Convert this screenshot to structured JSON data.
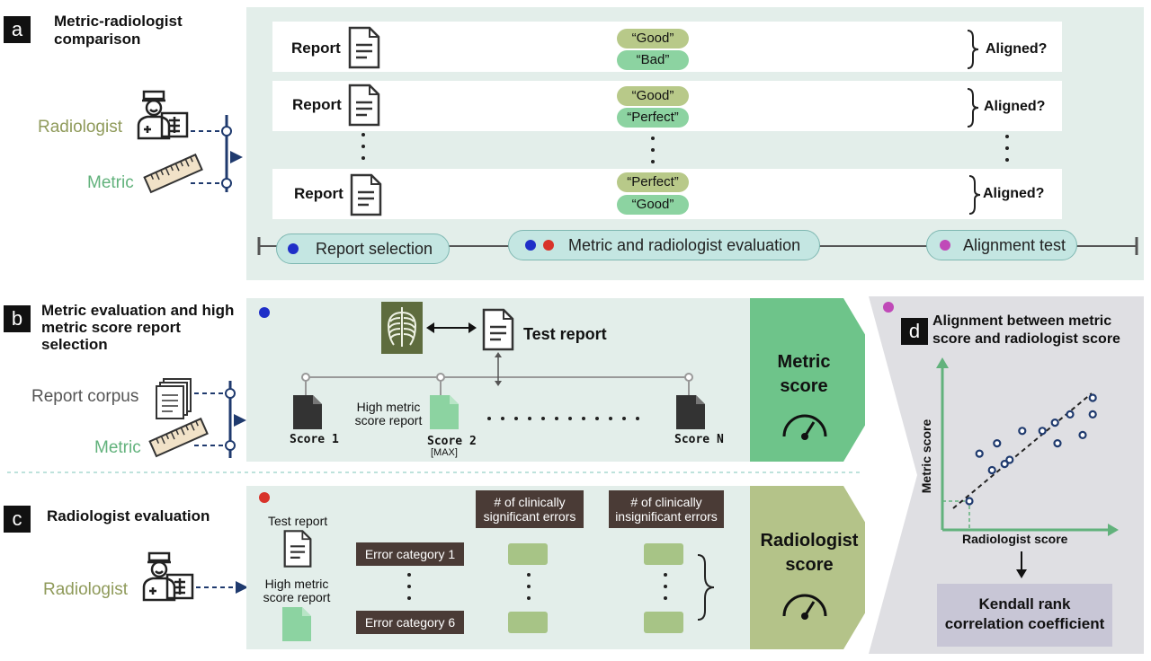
{
  "panel_a": {
    "letter": "a",
    "title_line1": "Metric-radiologist",
    "title_line2": "comparison",
    "radiologist_label": "Radiologist",
    "metric_label": "Metric",
    "rows": [
      {
        "label": "Report",
        "top_pill": "“Good”",
        "bottom_pill": "“Bad”",
        "aligned": "Aligned?"
      },
      {
        "label": "Report",
        "top_pill": "“Good”",
        "bottom_pill": "“Perfect”",
        "aligned": "Aligned?"
      },
      {
        "label": "Report",
        "top_pill": "“Perfect”",
        "bottom_pill": "“Good”",
        "aligned": "Aligned?"
      }
    ],
    "stages": [
      "Report selection",
      "Metric and radiologist evaluation",
      "Alignment test"
    ]
  },
  "panel_b": {
    "letter": "b",
    "title_line1": "Metric evaluation and high",
    "title_line2": "metric score report",
    "title_line3": "selection",
    "corpus_label": "Report corpus",
    "metric_label": "Metric",
    "test_report": "Test report",
    "high_metric_line1": "High metric",
    "high_metric_line2": "score report",
    "score1": "Score 1",
    "score2": "Score 2",
    "score2_note": "[MAX]",
    "scoreN": "Score N",
    "metric_score_line1": "Metric",
    "metric_score_line2": "score"
  },
  "panel_c": {
    "letter": "c",
    "title": "Radiologist evaluation",
    "radiologist_label": "Radiologist",
    "test_report": "Test report",
    "high_metric_line1": "High metric",
    "high_metric_line2": "score report",
    "col1_line1": "# of clinically",
    "col1_line2": "significant errors",
    "col2_line1": "# of clinically",
    "col2_line2": "insignificant errors",
    "error_first": "Error category 1",
    "error_last": "Error category 6",
    "rad_score_line1": "Radiologist",
    "rad_score_line2": "score"
  },
  "panel_d": {
    "letter": "d",
    "title_line1": "Alignment between metric",
    "title_line2": "score and radiologist score",
    "y_axis": "Metric score",
    "x_axis": "Radiologist score",
    "result_line1": "Kendall rank",
    "result_line2": "correlation coefficient"
  },
  "colors": {
    "panel_bg": "#e3eeea",
    "radiologist_olive": "#8f9a5a",
    "metric_green": "#62b27c",
    "navy": "#1f3a6e",
    "selection_dot": "#1f2fc8",
    "evaluation_dot": "#d8332a",
    "alignment_dot": "#c04ab8"
  },
  "chart_data": {
    "type": "scatter",
    "xlabel": "Radiologist score",
    "ylabel": "Metric score",
    "x": [
      1.0,
      1.4,
      1.9,
      2.1,
      2.4,
      2.6,
      3.1,
      3.9,
      4.4,
      4.5,
      5.0,
      5.5,
      5.9,
      5.9
    ],
    "y": [
      1.0,
      3.3,
      2.5,
      3.8,
      2.8,
      3.0,
      4.4,
      4.4,
      4.8,
      3.8,
      5.2,
      4.2,
      5.2,
      6.0
    ]
  }
}
